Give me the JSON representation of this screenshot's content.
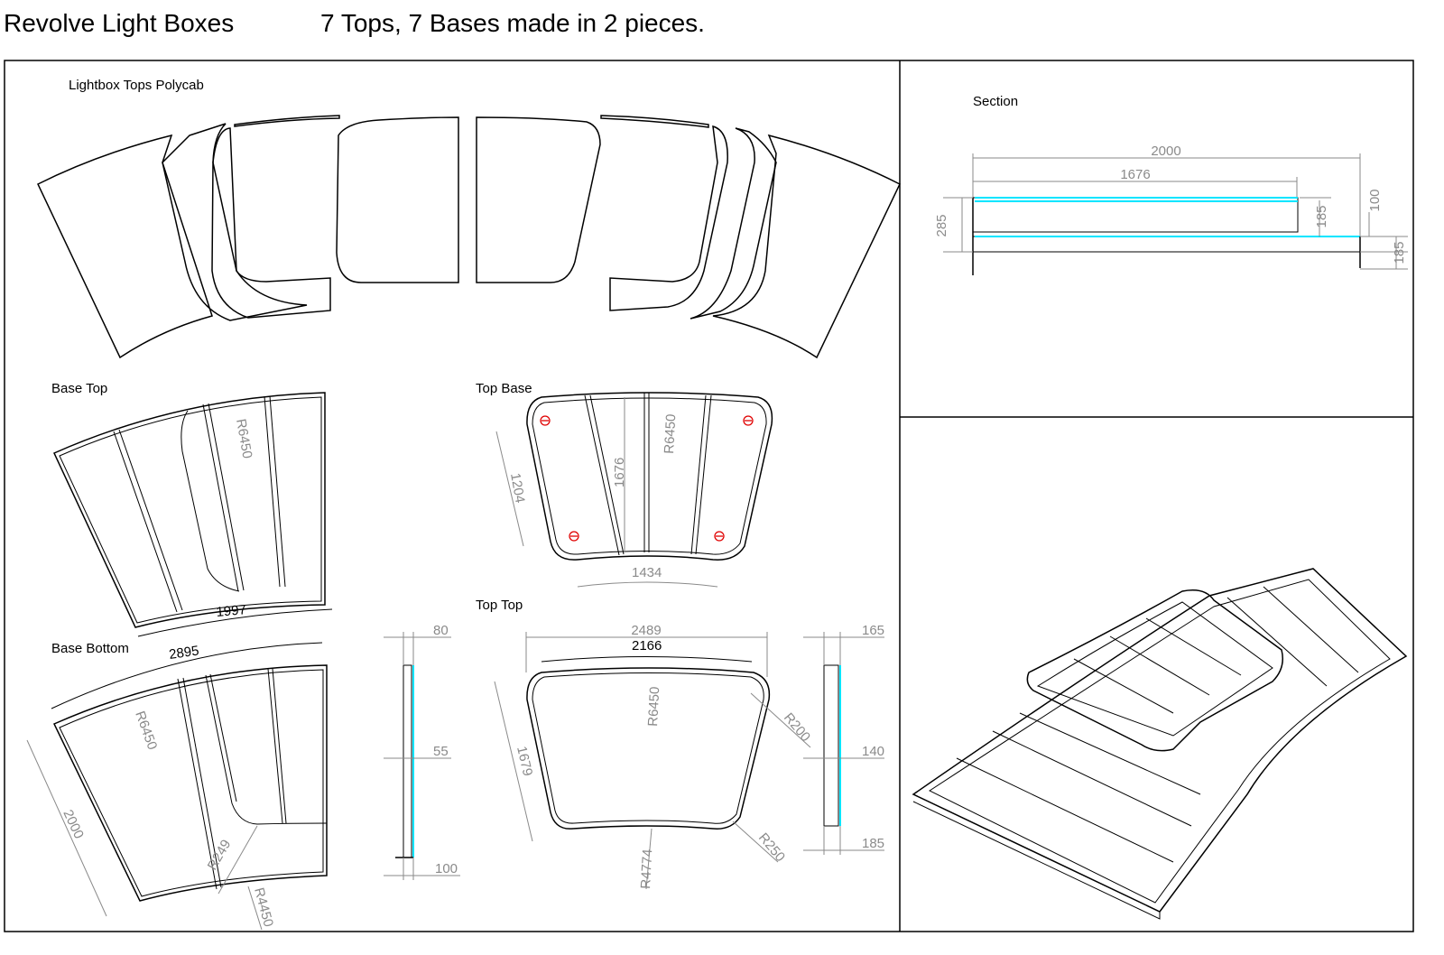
{
  "header": {
    "title": "Revolve Light Boxes",
    "subtitle": "7 Tops, 7 Bases made in 2 pieces."
  },
  "panels": {
    "tops_polycab": "Lightbox Tops Polycab",
    "section": "Section",
    "base_top": "Base Top",
    "top_base": "Top Base",
    "base_bottom": "Base Bottom",
    "top_top": "Top Top"
  },
  "dimensions": {
    "section": {
      "overall": "2000",
      "top": "1676",
      "height": "285",
      "top_height": "185",
      "step": "100",
      "base_height": "185"
    },
    "base_top": {
      "radius": "R6450",
      "arc": "1997"
    },
    "top_base": {
      "radius": "R6450",
      "side": "1204",
      "depth": "1676",
      "arc": "1434"
    },
    "base_bottom": {
      "arc": "2895",
      "radius": "R6450",
      "depth": "2000",
      "inner_radius": "R249",
      "outer_radius": "R4450"
    },
    "base_profile": {
      "top": "80",
      "mid": "55",
      "bottom": "100"
    },
    "top_top": {
      "width": "2489",
      "arc": "2166",
      "radius": "R6450",
      "corner_top": "R200",
      "side": "1679",
      "corner_bottom": "R250",
      "bottom_radius": "R4774"
    },
    "top_profile": {
      "top": "165",
      "mid": "140",
      "bottom": "185"
    }
  },
  "colors": {
    "line": "#000000",
    "dimension": "#8a8a8a",
    "acrylic": "#00e5ff",
    "fixing": "#e00000"
  }
}
